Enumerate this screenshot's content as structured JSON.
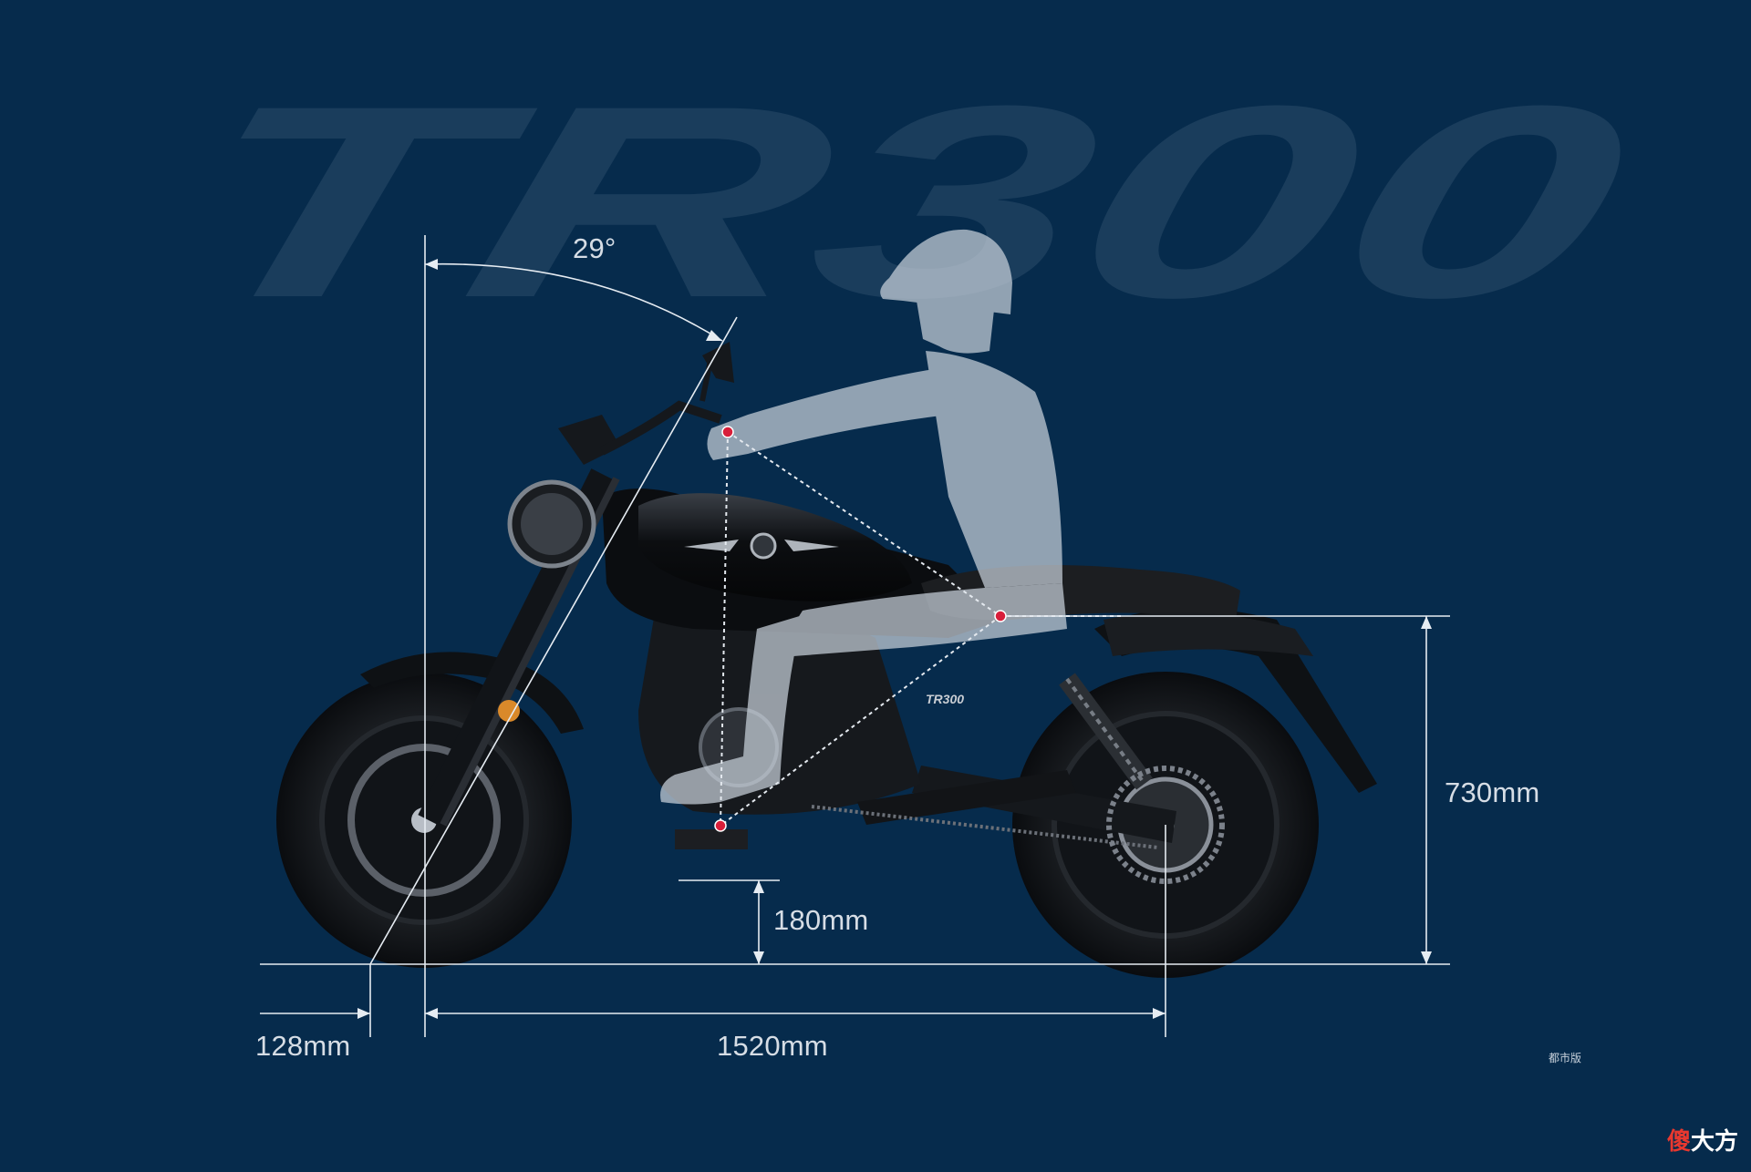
{
  "brand": {
    "model_logo": "TR300"
  },
  "dimensions": {
    "angle": "29°",
    "seat_height": "730mm",
    "ground_clearance": "180mm",
    "trail": "128mm",
    "wheelbase": "1520mm"
  },
  "note": "都市版",
  "watermark": {
    "first": "傻",
    "rest": "大方"
  },
  "colors": {
    "background": "#062b4c",
    "logo": "#1a3d5c",
    "dimension_lines": "#e6ecf2",
    "rider_silhouette": "#c7d0da",
    "ergonomic_markers": "#d81e3a",
    "motorcycle": "#0b0d10"
  }
}
